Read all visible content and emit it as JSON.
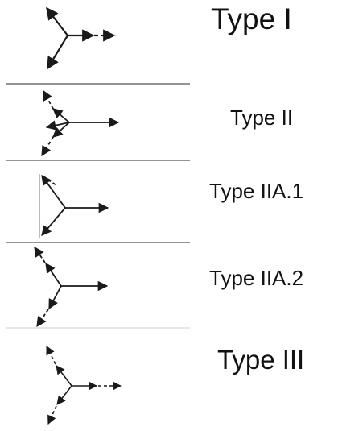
{
  "diagram": {
    "labels": [
      "Type I",
      "Type II",
      "Type IIA.1",
      "Type IIA.2",
      "Type III"
    ],
    "colors": {
      "ink": "#1a1a1a",
      "divider": "#555555",
      "divider_light": "#cccccc",
      "secondary_line": "#b5b5b5"
    }
  }
}
